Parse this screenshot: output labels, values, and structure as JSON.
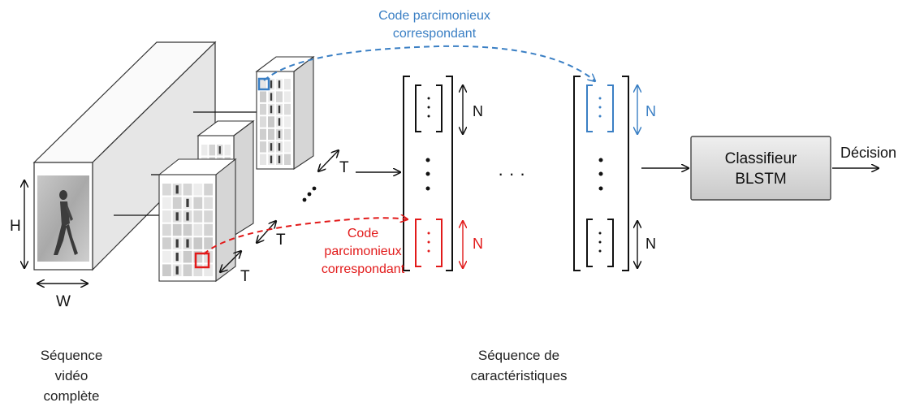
{
  "labels": {
    "h": "H",
    "w": "W",
    "t1": "T",
    "t2": "T",
    "t3": "T",
    "n_red": "N",
    "n_black_mid": "N",
    "n_blue": "N",
    "n_black_bottom": "N",
    "decision": "Décision",
    "ellipsis": "· · ·"
  },
  "annotations": {
    "blue_code": [
      "Code parcimonieux",
      "correspondant"
    ],
    "red_code": [
      "Code",
      "parcimonieux",
      "correspondant"
    ]
  },
  "classifier": {
    "line1": "Classifieur",
    "line2": "BLSTM"
  },
  "captions": {
    "video": [
      "Séquence",
      "vidéo",
      "complète"
    ],
    "features": [
      "Séquence de",
      "caractéristiques"
    ]
  },
  "colors": {
    "blue": "#3a7fc4",
    "red": "#e21a1a",
    "classifier_fill": "#d9d9d9"
  }
}
